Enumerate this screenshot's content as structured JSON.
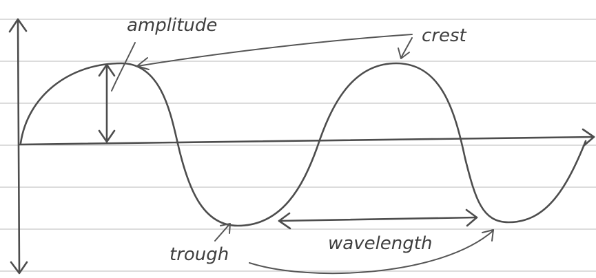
{
  "labels": {
    "amplitude": "amplitude",
    "crest": "crest",
    "trough": "trough",
    "wavelength": "wavelength"
  },
  "colors": {
    "paper": "#ffffff",
    "ruled_lines": "#b9b9b9",
    "pencil": "#4d4d4d"
  }
}
